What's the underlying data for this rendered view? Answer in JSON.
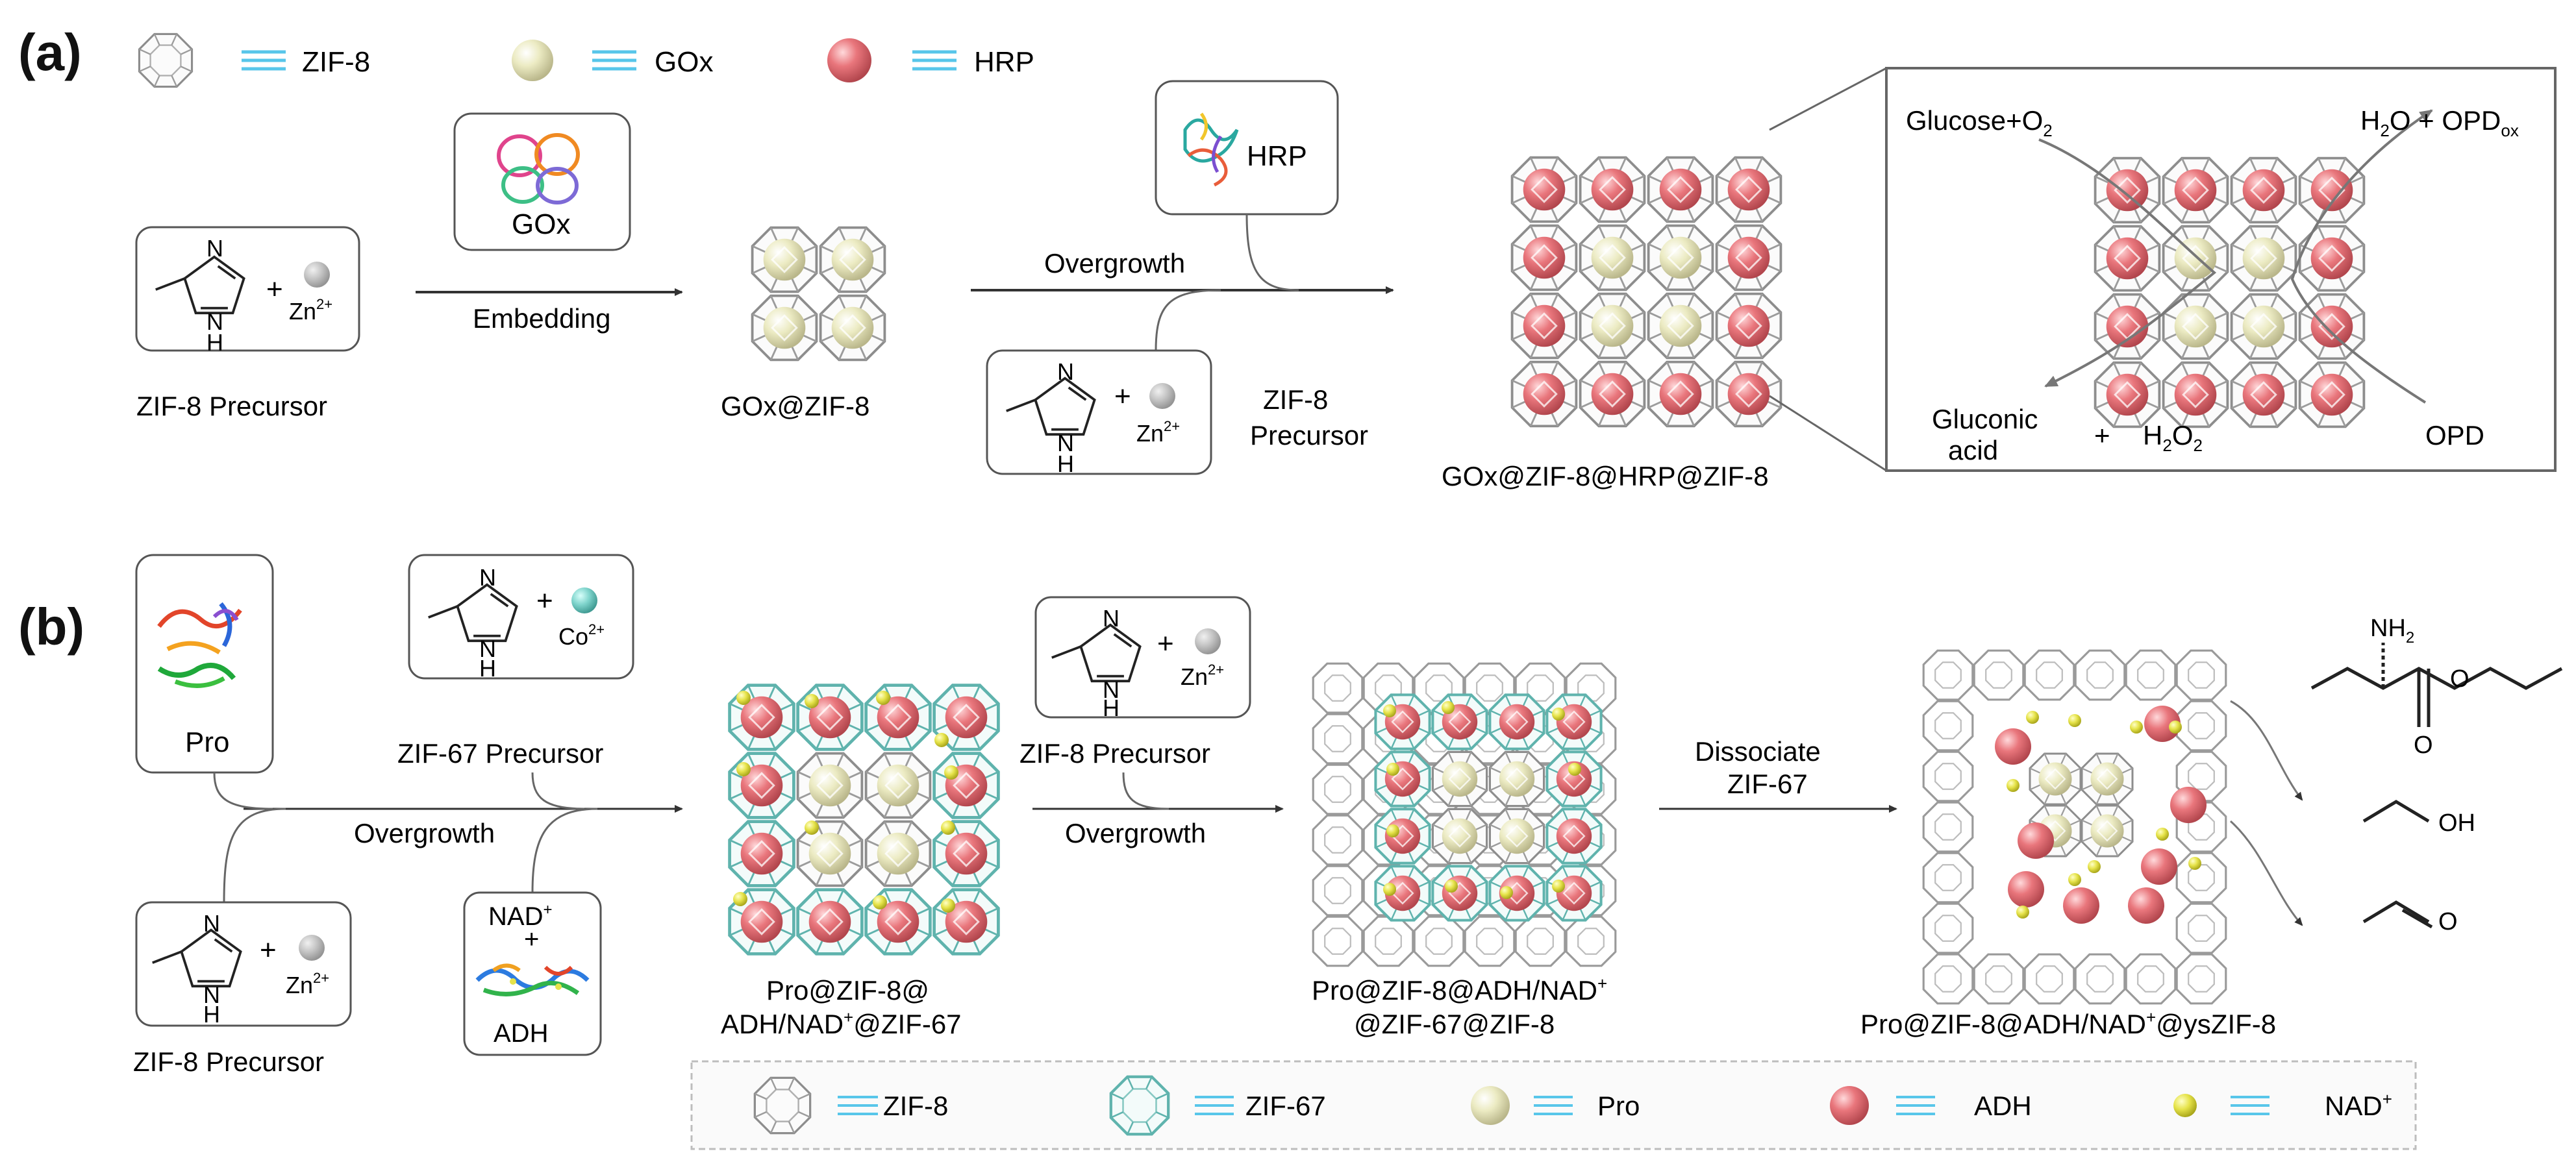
{
  "panel_a": {
    "label": "(a)",
    "legend": {
      "zif8": "ZIF-8",
      "gox": "GOx",
      "hrp": "HRP"
    },
    "zif8_precursor_label": "ZIF-8 Precursor",
    "zn_charge": "Zn",
    "zn_sup": "2+",
    "imidazole_n": "N",
    "imidazole_nh": "H",
    "gox_box_label": "GOx",
    "embedding_label": "Embedding",
    "gox_zif8_label": "GOx@ZIF-8",
    "hrp_box_label": "HRP",
    "overgrowth_label": "Overgrowth",
    "zif8_precursor_label2_line1": "ZIF-8",
    "zif8_precursor_label2_line2": "Precursor",
    "final_label": "GOx@ZIF-8@HRP@ZIF-8",
    "zoom": {
      "glucose": "Glucose+O",
      "glucose_sub": "2",
      "h2o": "H",
      "h2o_sub": "2",
      "h2o_rest": "O + OPD",
      "opd_sub": "ox",
      "gluconic_line1": "Gluconic",
      "gluconic_line2": "acid",
      "plus": "+",
      "h2o2": "H",
      "h2o2_sub1": "2",
      "h2o2_o": "O",
      "h2o2_sub2": "2",
      "opd": "OPD"
    }
  },
  "panel_b": {
    "label": "(b)",
    "pro_box_label": "Pro",
    "zif67_precursor_label": "ZIF-67 Precursor",
    "co_charge": "Co",
    "co_sup": "2+",
    "zif8_precursor_label": "ZIF-8 Precursor",
    "overgrowth_label_1": "Overgrowth",
    "nad_box_line1": "NAD",
    "nad_box_sup": "+",
    "nad_box_plus": "+",
    "nad_box_line3": "ADH",
    "stage1_label_line1": "Pro@ZIF-8@",
    "stage1_label_line2": "ADH/NAD",
    "stage1_label_line2_sup": "+",
    "stage1_label_line2_end": "@ZIF-67",
    "zif8_precursor_label_mid": "ZIF-8 Precursor",
    "overgrowth_label_2": "Overgrowth",
    "stage2_label_line1": "Pro@ZIF-8@ADH/NAD",
    "stage2_label_line1_sup": "+",
    "stage2_label_line2": "@ZIF-67@ZIF-8",
    "dissociate_line1": "Dissociate",
    "dissociate_line2": "ZIF-67",
    "stage3_label": "Pro@ZIF-8@ADH/NAD",
    "stage3_label_sup": "+",
    "stage3_label_end": "@ysZIF-8",
    "nh2": "NH",
    "nh2_sub": "2",
    "o_atom": "O",
    "oh": "OH",
    "o_aldehyde": "O",
    "legend": {
      "zif8": "ZIF-8",
      "zif67": "ZIF-67",
      "pro": "Pro",
      "adh": "ADH",
      "nad": "NAD",
      "nad_sup": "+"
    }
  },
  "colors": {
    "zif67_teal": "#5fb3ad",
    "gox_cream": "#ecebc3",
    "hrp_pink": "#e9767c",
    "nad_yellow": "#e6e34a",
    "legend_lines": "#58c6ea",
    "zn_gray": "#c4c4c4",
    "co_teal": "#7fd4cc"
  }
}
